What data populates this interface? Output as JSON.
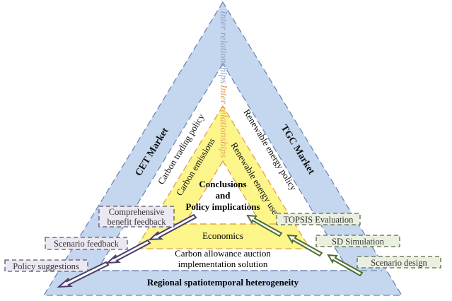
{
  "outer": {
    "vertical_label": "Inter relationships",
    "left_label": "CET Market",
    "right_label": "TGC Market",
    "bottom_label": "Regional spatiotemporal heterogeneity"
  },
  "middle": {
    "vertical_label": "Inter relationships",
    "left_label": "Carbon trading policy",
    "right_label": "Renewable energy policy",
    "bottom_label_line1": "Carbon allowance auction",
    "bottom_label_line2": "implementation solution"
  },
  "inner": {
    "left_label": "Carbon emissions",
    "right_label": "Renewable energy use",
    "bottom_label": "Economics"
  },
  "center": {
    "line1": "Conclusions",
    "line2": "and",
    "line3": "Policy implications"
  },
  "left_boxes": [
    "Comprehensive",
    "benefit feedback",
    "Scenario feedback",
    "Policy suggestions"
  ],
  "right_boxes": [
    "TOPSIS Evaluation",
    "SD Simulation",
    "Scenario design"
  ],
  "colors": {
    "blue_band": "#c5d7ee",
    "blue_dash": "#6d87b5",
    "yellow": "#fbf58a",
    "orange_dash": "#e0a050",
    "purple_box": "#ece8f2",
    "green_box": "#eaf0e0"
  }
}
